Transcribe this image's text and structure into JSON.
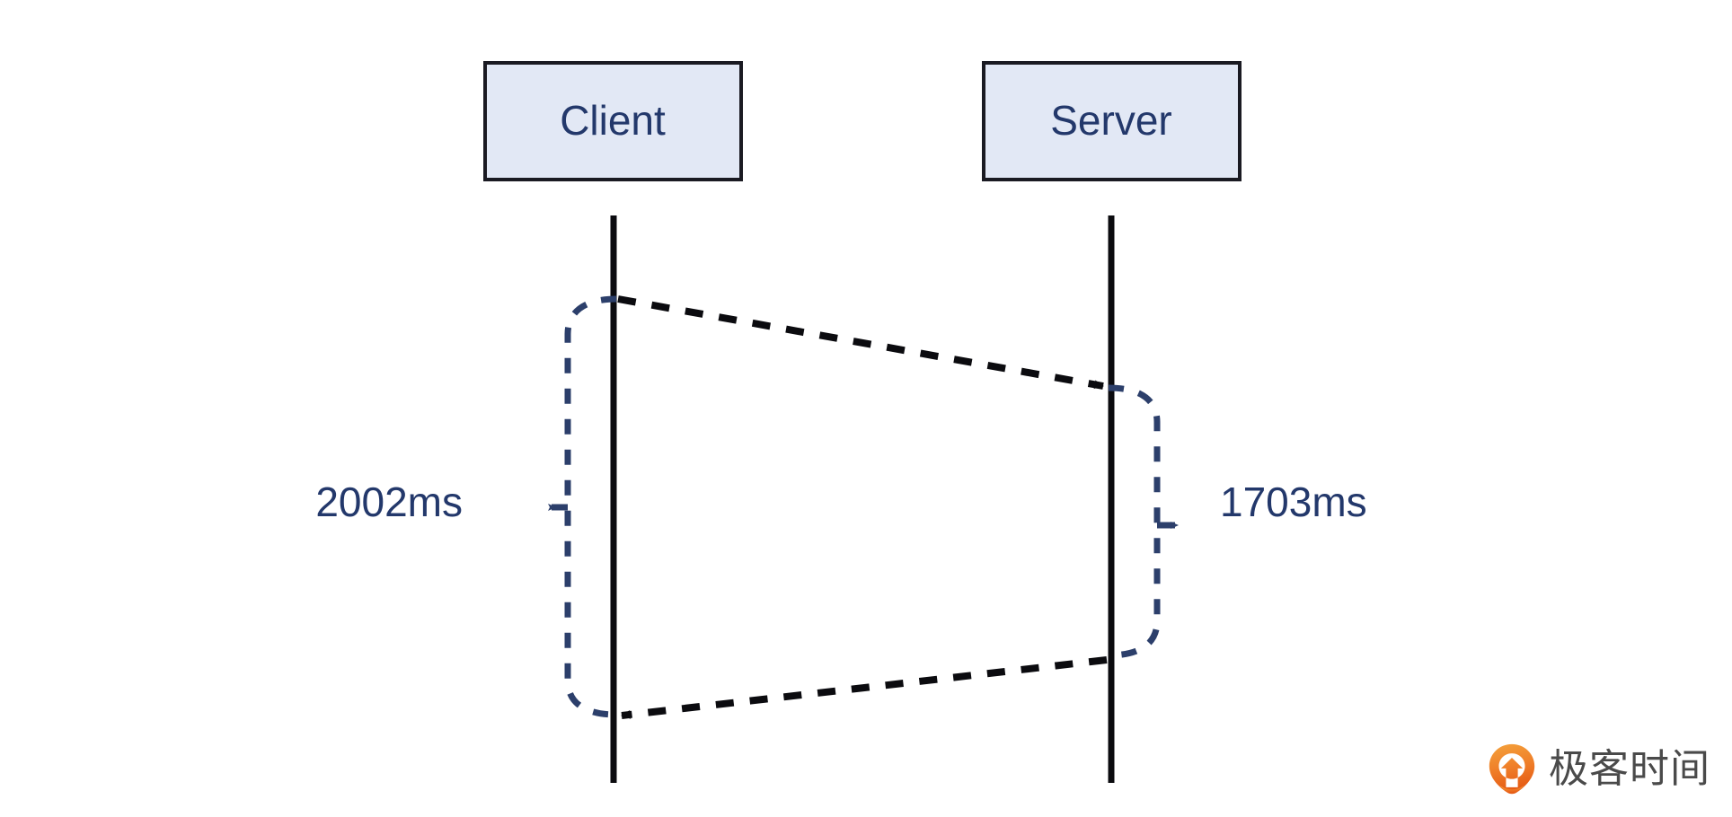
{
  "diagram": {
    "type": "sequence-diagram",
    "background_color": "#ffffff",
    "participants": [
      {
        "id": "client",
        "label": "Client"
      },
      {
        "id": "server",
        "label": "Server"
      }
    ],
    "messages": [
      {
        "id": "request",
        "from": "client",
        "to": "server",
        "label": "",
        "style": "dashed",
        "direction": "right"
      },
      {
        "id": "response",
        "from": "server",
        "to": "client",
        "label": "",
        "style": "dashed",
        "direction": "left"
      }
    ],
    "durations": [
      {
        "id": "client-duration",
        "side": "left",
        "participant": "client",
        "value": "2002ms"
      },
      {
        "id": "server-duration",
        "side": "right",
        "participant": "server",
        "value": "1703ms"
      }
    ],
    "colors": {
      "box_fill": "#e2e8f5",
      "box_stroke": "#1a1a22",
      "text": "#23386b",
      "lifeline": "#0b0b0f",
      "message": "#0b0b0f",
      "bracket": "#2c3f६b"
    }
  },
  "watermark": {
    "text": "极客时间",
    "logo_icon": "geektime-pin-logo",
    "logo_color_start": "#f29a3a",
    "logo_color_end": "#e8601c",
    "text_color": "#4a4a4a"
  }
}
